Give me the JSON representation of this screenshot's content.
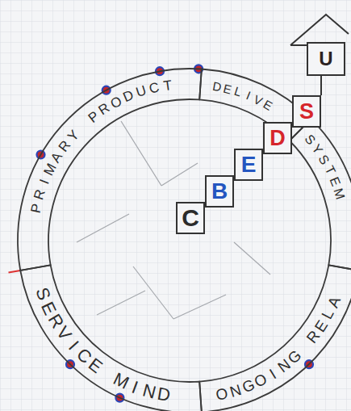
{
  "diagram": {
    "nodes": [
      {
        "text": [
          "PRIMARY PRODUCT"
        ]
      },
      {
        "text": [
          "DELIVE"
        ]
      },
      {
        "text": [
          "SYSTEM"
        ]
      },
      {
        "text": [
          "ONGOING RELA"
        ]
      },
      {
        "text": [
          "SERVICE MIND"
        ]
      },
      {
        "text": [
          "C"
        ]
      },
      {
        "text": [
          "B"
        ]
      },
      {
        "text": [
          "E"
        ]
      },
      {
        "text": [
          "D"
        ]
      },
      {
        "text": [
          "S"
        ]
      },
      {
        "text": [
          "U"
        ]
      }
    ]
  }
}
